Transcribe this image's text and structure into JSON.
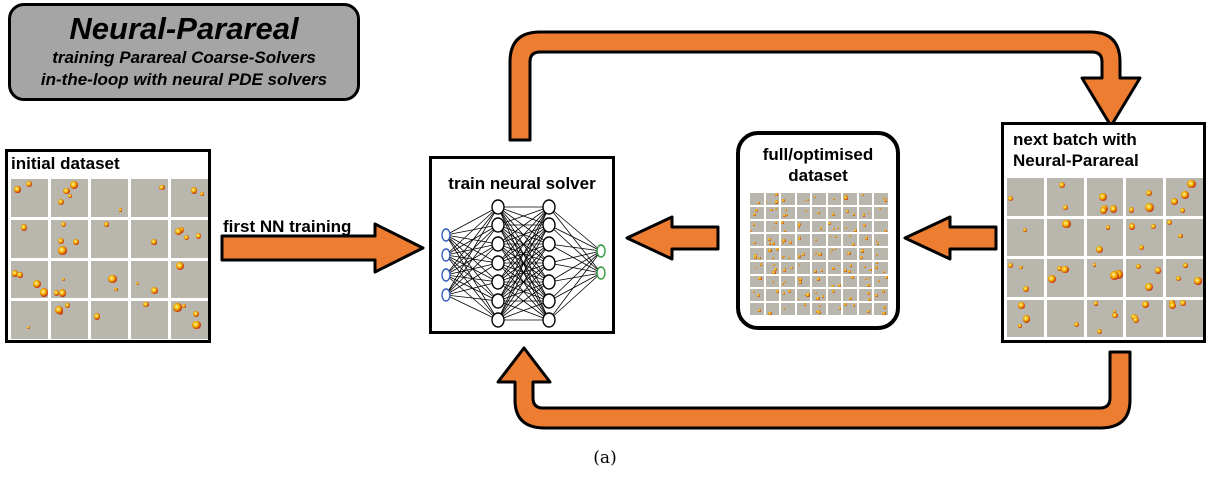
{
  "title": {
    "main": "Neural-Parareal",
    "line1": "training Parareal Coarse-Solvers",
    "line2": "in-the-loop with neural PDE solvers"
  },
  "initial_panel": {
    "title": "initial dataset"
  },
  "train_panel": {
    "title": "train neural solver"
  },
  "full_panel": {
    "title_line1": "full/optimised",
    "title_line2": "dataset"
  },
  "next_panel": {
    "title_line1": "next batch with",
    "title_line2": "Neural-Parareal"
  },
  "first_arrow": {
    "label": "first NN training"
  },
  "caption": "(a)",
  "colors": {
    "arrow_fill": "#ed7d31",
    "title_box": "#a5a5a5",
    "cell_background": "#b9b6ae",
    "input_neuron": "#2f5fbf",
    "output_neuron": "#2e9b3a"
  }
}
